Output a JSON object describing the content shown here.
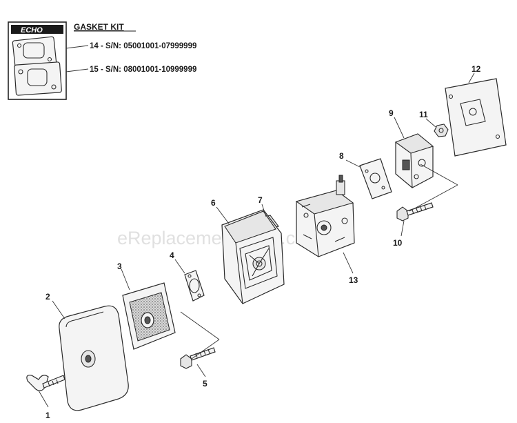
{
  "watermark": "eReplacementParts.com",
  "logo_text": "ECHO",
  "gasket_kit": {
    "title": "GASKET KIT",
    "lines": [
      "14 - S/N: 05001001-07999999",
      "15 - S/N: 08001001-10999999"
    ]
  },
  "callouts": [
    "1",
    "2",
    "3",
    "4",
    "5",
    "6",
    "7",
    "8",
    "9",
    "10",
    "11",
    "12",
    "13"
  ],
  "parts": {
    "air_cleaner_cover": "2",
    "wing_bolt": "1",
    "air_filter": "3",
    "gasket_small": "4",
    "bolt_lower": "5",
    "air_cleaner_case": "6",
    "gasket_strip": "7",
    "carburetor_gasket": "8",
    "insulator": "9",
    "bolt_upper": "10",
    "nut": "11",
    "gasket_large": "12",
    "carburetor": "13"
  }
}
